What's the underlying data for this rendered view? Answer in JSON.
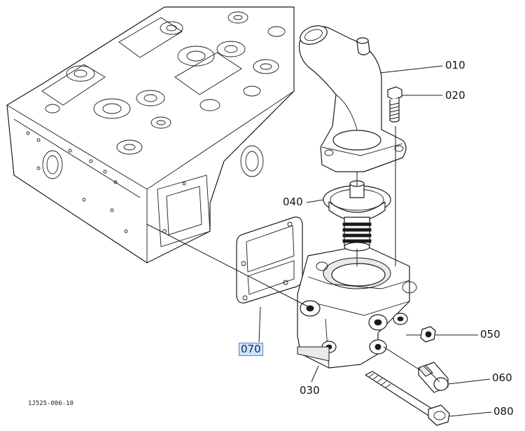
{
  "callouts": {
    "c010": "010",
    "c020": "020",
    "c030": "030",
    "c040": "040",
    "c050": "050",
    "c060": "060",
    "c070": "070",
    "c080": "080"
  },
  "drawing_id": "1J525-006-10",
  "colors": {
    "selection_bg": "#cfe3f7",
    "selection_border": "#4a8ad4",
    "line": "#1a1a1a"
  }
}
